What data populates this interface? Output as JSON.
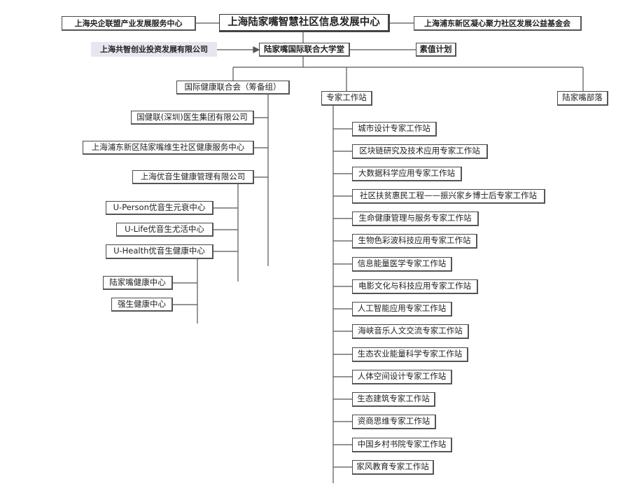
{
  "root": "上海陆家嘴智慧社区信息发展中心",
  "top_left": "上海央企联盟产业发展服务中心",
  "top_right": "上海浦东新区凝心聚力社区发展公益基金会",
  "invest": "上海共智创业投资发展有限公司",
  "academy": "陆家嘴国际联合大学堂",
  "suzhi": "素值计划",
  "branches": {
    "health_union": "国际健康联合会（筹备组）",
    "expert": "专家工作站",
    "tribe": "陆家嘴部落"
  },
  "health_items": [
    "国健联(深圳)医生集团有限公司",
    "上海浦东新区陆家嘴维生社区健康服务中心",
    "上海优音生健康管理有限公司"
  ],
  "youyin_items": [
    "U-Person优音生元衰中心",
    "U-Life优音生尤活中心",
    "U-Health优音生健康中心"
  ],
  "uhealth_items": [
    "陆家嘴健康中心",
    "强生健康中心"
  ],
  "expert_items": [
    "城市设计专家工作站",
    "区块链研究及技术应用专家工作站",
    "大数据科学应用专家工作站",
    "社区扶贫惠民工程——振兴家乡博士后专家工作站",
    "生命健康管理与服务专家工作站",
    "生物色彩波科技应用专家工作站",
    "信息能量医学专家工作站",
    "电影文化与科技应用专家工作站",
    "人工智能应用专家工作站",
    "海峡音乐人文交流专家工作站",
    "生态农业能量科学专家工作站",
    "人体空间设计专家工作站",
    "生态建筑专家工作站",
    "资商思维专家工作站",
    "中国乡村书院专家工作站",
    "家风教育专家工作站"
  ]
}
